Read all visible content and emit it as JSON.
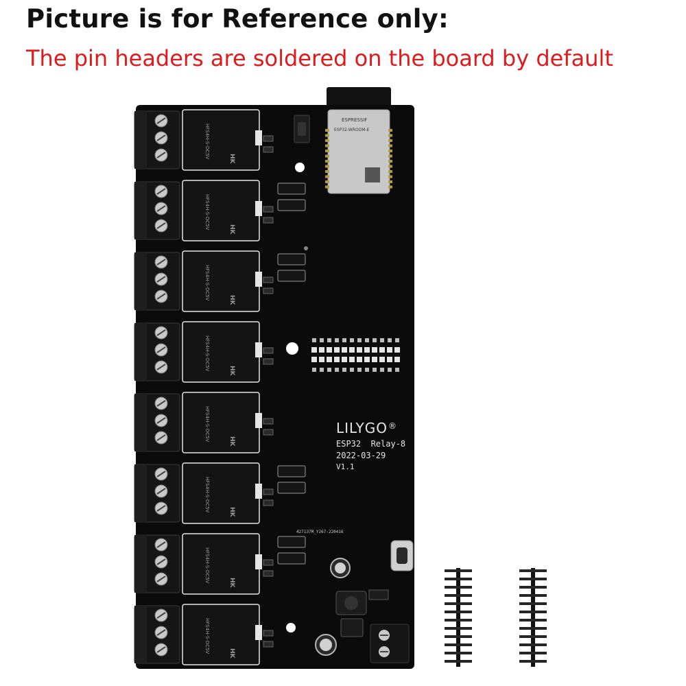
{
  "header": {
    "title": "Picture is for Reference only:",
    "note": "The pin headers are soldered on the board by default"
  },
  "colors": {
    "background": "#ffffff",
    "note_text": "#e0191b",
    "pcb": "#0b0b0c",
    "silkscreen": "#e6e6e6",
    "relay_body": "#141414",
    "terminal_block": "#161616",
    "screw_metal": "#c9c9c9",
    "module_shield": "#c8c8c8",
    "header_gold": "#d8b85a"
  },
  "board": {
    "brand": "LILYGO",
    "registered_mark": "®",
    "model": "ESP32  Relay-8",
    "date": "2022-03-29",
    "version": "V1.1",
    "batch_code": "427137M_Y267-220416",
    "relay_count": 8,
    "relay_label": "HFS4H-S-DC5V",
    "relay_brand": "HK",
    "module": {
      "vendor": "ESPRESSIF",
      "model": "ESP32-WROOM-E"
    },
    "usb_port": "usb-c-icon"
  },
  "loose_pin_headers": {
    "count": 2,
    "pins_each": 12
  }
}
